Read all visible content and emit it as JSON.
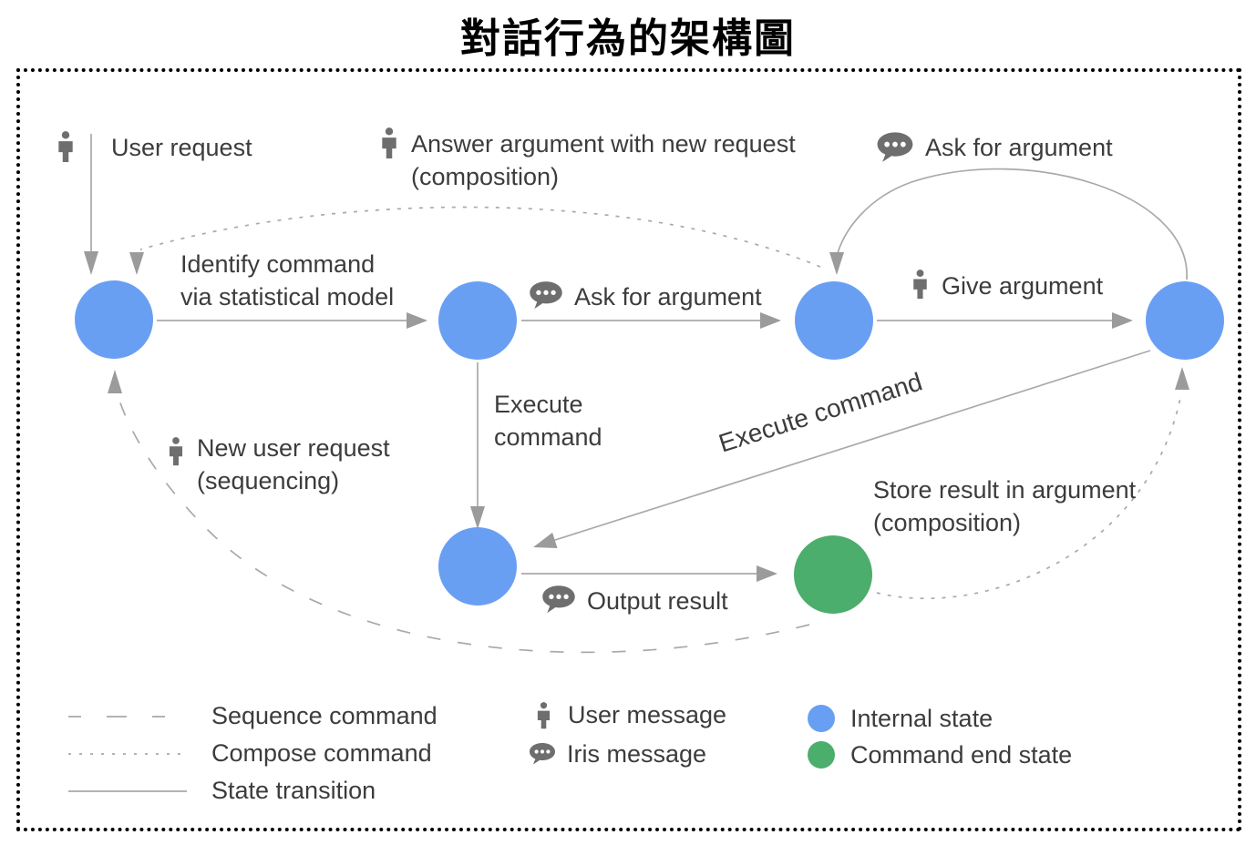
{
  "title": "對話行為的架構圖",
  "colors": {
    "internal_state": "#699FF3",
    "command_end_state": "#4CAE6C",
    "connector_line": "#A9A9A9",
    "icon_gray": "#6E6E6E",
    "text": "#3C3C3C"
  },
  "nodes": [
    {
      "id": "start",
      "type": "internal"
    },
    {
      "id": "command-identified",
      "type": "internal"
    },
    {
      "id": "awaiting-argument",
      "type": "internal"
    },
    {
      "id": "argument-given",
      "type": "internal"
    },
    {
      "id": "executing",
      "type": "internal"
    },
    {
      "id": "end",
      "type": "command-end"
    }
  ],
  "labels": {
    "user_request": "User request",
    "answer_argument_1": "Answer argument with new request",
    "answer_argument_2": "(composition)",
    "ask_for_argument_top": "Ask for argument",
    "identify_command_1": "Identify command",
    "identify_command_2": "via statistical model",
    "ask_for_argument_mid": "Ask for argument",
    "give_argument": "Give argument",
    "execute_command_1": "Execute",
    "execute_command_2": "command",
    "execute_command_diag": "Execute command",
    "new_user_request_1": "New user request",
    "new_user_request_2": "(sequencing)",
    "store_result_1": "Store result in argument",
    "store_result_2": "(composition)",
    "output_result": "Output result"
  },
  "edges": [
    {
      "from": "user",
      "to": "start",
      "style": "solid",
      "label": "User request",
      "icon": "user-message"
    },
    {
      "from": "start",
      "to": "command-identified",
      "style": "solid",
      "label": "Identify command via statistical model"
    },
    {
      "from": "command-identified",
      "to": "awaiting-argument",
      "style": "solid",
      "label": "Ask for argument",
      "icon": "iris-message"
    },
    {
      "from": "awaiting-argument",
      "to": "argument-given",
      "style": "solid",
      "label": "Give argument",
      "icon": "user-message"
    },
    {
      "from": "argument-given",
      "to": "awaiting-argument",
      "style": "solid",
      "label": "Ask for argument",
      "icon": "iris-message"
    },
    {
      "from": "awaiting-argument",
      "to": "start",
      "style": "compose-dashed",
      "label": "Answer argument with new request (composition)",
      "icon": "user-message"
    },
    {
      "from": "command-identified",
      "to": "executing",
      "style": "solid",
      "label": "Execute command"
    },
    {
      "from": "argument-given",
      "to": "executing",
      "style": "solid",
      "label": "Execute command"
    },
    {
      "from": "executing",
      "to": "end",
      "style": "solid",
      "label": "Output result",
      "icon": "iris-message"
    },
    {
      "from": "end",
      "to": "argument-given",
      "style": "compose-dashed",
      "label": "Store result in argument (composition)"
    },
    {
      "from": "end",
      "to": "start",
      "style": "sequence-dashed",
      "label": "New user request (sequencing)",
      "icon": "user-message"
    }
  ],
  "legend": {
    "sequence": "Sequence command",
    "compose": "Compose command",
    "transition": "State transition",
    "user_message": "User message",
    "iris_message": "Iris message",
    "internal_state": "Internal state",
    "end_state": "Command end state"
  }
}
